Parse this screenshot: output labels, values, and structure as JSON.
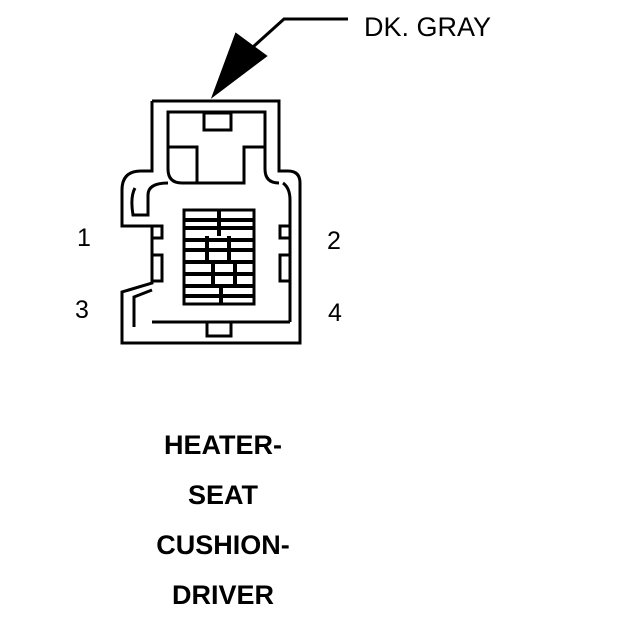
{
  "connector": {
    "wire_color_label": "DK. GRAY",
    "pins": [
      {
        "number": "1"
      },
      {
        "number": "2"
      },
      {
        "number": "3"
      },
      {
        "number": "4"
      }
    ],
    "caption_lines": [
      "HEATER-",
      "SEAT",
      "CUSHION-",
      "DRIVER"
    ]
  },
  "colors": {
    "line": "#000000",
    "background": "#ffffff"
  }
}
